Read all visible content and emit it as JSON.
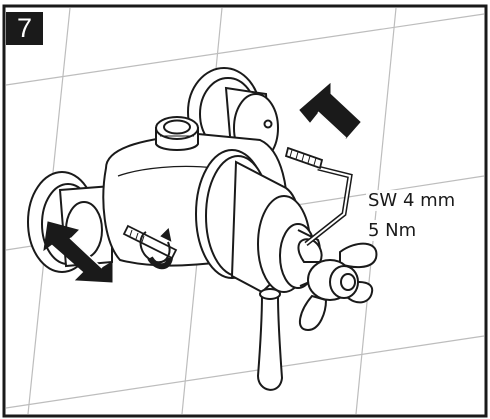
{
  "step_number": "7",
  "tool_spec": "SW 4 mm",
  "torque_spec": "5 Nm",
  "colors": {
    "line": "#1a1a1a",
    "tile_grout": "#bdbdbd",
    "background": "#ffffff"
  }
}
